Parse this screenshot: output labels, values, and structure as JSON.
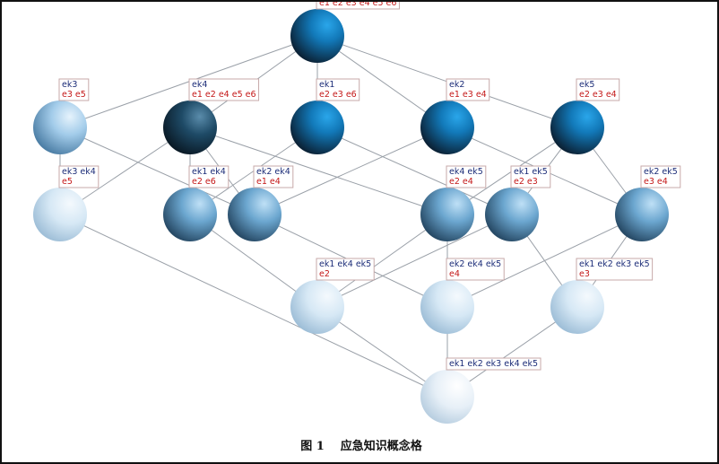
{
  "figure": {
    "number": "图 1",
    "title": "应急知识概念格"
  },
  "colors": {
    "edge": "#9aa0a8",
    "extent_text": "#1c2d78",
    "intent_text": "#c41818",
    "label_box_stroke": "#c7a9a9"
  },
  "nodes": [
    {
      "id": "top",
      "extent": "",
      "intent": "e1 e2 e3 e4 e5 e6",
      "shade": "dark"
    },
    {
      "id": "ek3",
      "extent": "ek3",
      "intent": "e3 e5",
      "shade": "light"
    },
    {
      "id": "ek4",
      "extent": "ek4",
      "intent": "e1 e2 e4 e5 e6",
      "shade": "darkest"
    },
    {
      "id": "ek1",
      "extent": "ek1",
      "intent": "e2 e3 e6",
      "shade": "dark"
    },
    {
      "id": "ek2",
      "extent": "ek2",
      "intent": "e1 e3 e4",
      "shade": "dark"
    },
    {
      "id": "ek5",
      "extent": "ek5",
      "intent": "e2 e3 e4",
      "shade": "dark"
    },
    {
      "id": "ek3ek4",
      "extent": "ek3 ek4",
      "intent": "e5",
      "shade": "pale"
    },
    {
      "id": "ek1ek4",
      "extent": "ek1 ek4",
      "intent": "e2 e6",
      "shade": "mid"
    },
    {
      "id": "ek2ek4",
      "extent": "ek2 ek4",
      "intent": "e1 e4",
      "shade": "mid"
    },
    {
      "id": "ek4ek5",
      "extent": "ek4 ek5",
      "intent": "e2 e4",
      "shade": "mid"
    },
    {
      "id": "ek1ek5",
      "extent": "ek1 ek5",
      "intent": "e2 e3",
      "shade": "mid"
    },
    {
      "id": "ek2ek5",
      "extent": "ek2 ek5",
      "intent": "e3 e4",
      "shade": "mid"
    },
    {
      "id": "ek1ek4ek5",
      "extent": "ek1 ek4 ek5",
      "intent": "e2",
      "shade": "pale"
    },
    {
      "id": "ek2ek4ek5",
      "extent": "ek2 ek4 ek5",
      "intent": "e4",
      "shade": "pale"
    },
    {
      "id": "ek1ek2ek3ek5",
      "extent": "ek1 ek2 ek3 ek5",
      "intent": "e3",
      "shade": "pale"
    },
    {
      "id": "bottom",
      "extent": "ek1 ek2 ek3 ek4 ek5",
      "intent": "",
      "shade": "palest"
    }
  ],
  "edges": [
    [
      "top",
      "ek3"
    ],
    [
      "top",
      "ek4"
    ],
    [
      "top",
      "ek1"
    ],
    [
      "top",
      "ek2"
    ],
    [
      "top",
      "ek5"
    ],
    [
      "ek3",
      "ek3ek4"
    ],
    [
      "ek3",
      "ek2ek4"
    ],
    [
      "ek4",
      "ek3ek4"
    ],
    [
      "ek4",
      "ek1ek4"
    ],
    [
      "ek4",
      "ek2ek4"
    ],
    [
      "ek4",
      "ek4ek5"
    ],
    [
      "ek1",
      "ek1ek4"
    ],
    [
      "ek1",
      "ek1ek5"
    ],
    [
      "ek2",
      "ek2ek4"
    ],
    [
      "ek2",
      "ek2ek5"
    ],
    [
      "ek5",
      "ek4ek5"
    ],
    [
      "ek5",
      "ek1ek5"
    ],
    [
      "ek5",
      "ek2ek5"
    ],
    [
      "ek3ek4",
      "bottom"
    ],
    [
      "ek1ek4",
      "ek1ek4ek5"
    ],
    [
      "ek2ek4",
      "ek2ek4ek5"
    ],
    [
      "ek4ek5",
      "ek1ek4ek5"
    ],
    [
      "ek4ek5",
      "ek2ek4ek5"
    ],
    [
      "ek1ek5",
      "ek1ek4ek5"
    ],
    [
      "ek1ek5",
      "ek1ek2ek3ek5"
    ],
    [
      "ek2ek5",
      "ek2ek4ek5"
    ],
    [
      "ek2ek5",
      "ek1ek2ek3ek5"
    ],
    [
      "ek1ek4ek5",
      "bottom"
    ],
    [
      "ek2ek4ek5",
      "bottom"
    ],
    [
      "ek1ek2ek3ek5",
      "bottom"
    ]
  ]
}
